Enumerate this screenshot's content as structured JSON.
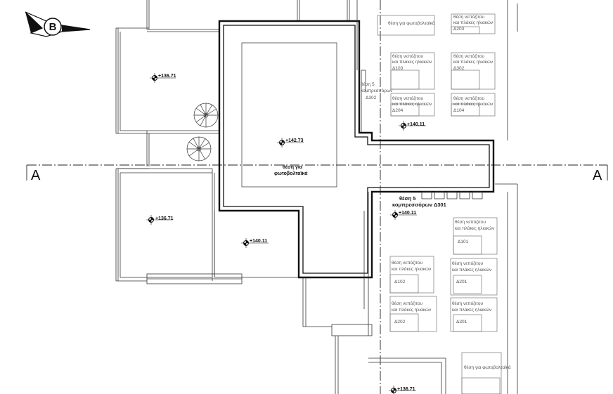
{
  "section_marker": "A",
  "north_arrow_letter": "B",
  "elevations": {
    "upper_left": "+136.71",
    "lower_left": "+136.71",
    "center_roof": "+142.73",
    "lower_mid": "+140.11",
    "right_upper": "+140.11",
    "right_mid": "+140.11",
    "right_bottom": "+136.71"
  },
  "central_label": {
    "line1": "θέση για",
    "line2": "φωτοβολταϊκά"
  },
  "compressor_labels": {
    "upper_line1": "θέση 5",
    "upper_line2": "κομπρεσσόρων",
    "upper_code": "Δ302",
    "lower_line1": "θέση 5",
    "lower_line2": "κομπρεσσόρων Δ301"
  },
  "pv_boxes": {
    "top": "θέση για φωτοβολταϊκά",
    "bottom": "θέση για φωτοβολταϊκά"
  },
  "heater_boxes": {
    "line1": "θέση νεπόζιτου",
    "line2": "και πλάκες ηλιακών",
    "codes": [
      "Δ203",
      "Δ103",
      "Δ302",
      "Δ204",
      "Δ104",
      "Δ101",
      "Δ102",
      "Δ201",
      "Δ202",
      "Δ301"
    ]
  }
}
